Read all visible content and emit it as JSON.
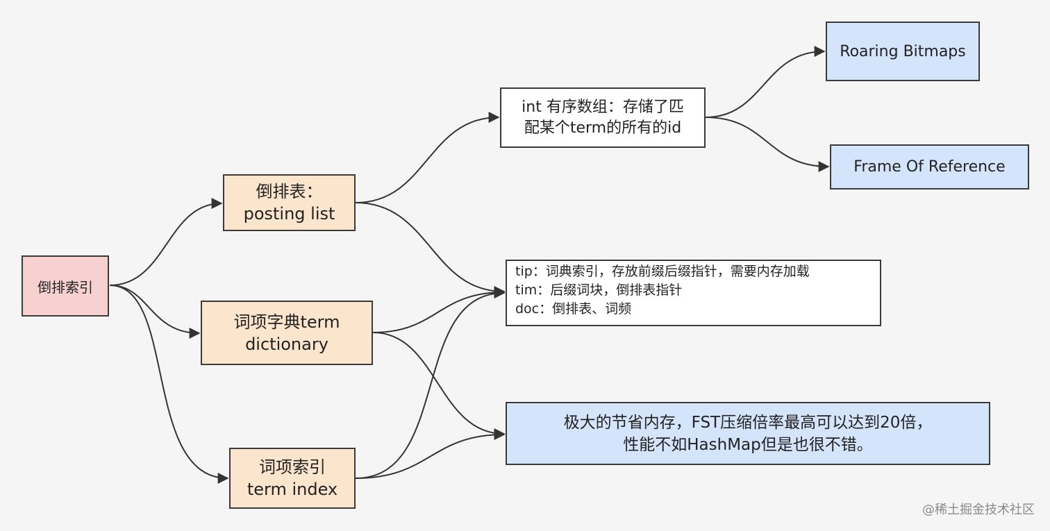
{
  "diagram": {
    "nodes": {
      "root": "倒排索引",
      "posting_list": "倒排表：\nposting list",
      "term_dictionary": "词项字典term\ndictionary",
      "term_index": "词项索引\nterm index",
      "int_array": "int 有序数组：存储了匹\n配某个term的所有的id",
      "tip_tim_doc": "tip：词典索引，存放前缀后缀指针，需要内存加载\ntim：后缀词块，倒排表指针\ndoc：倒排表、词频",
      "fst_note": "极大的节省内存，FST压缩倍率最高可以达到20倍，\n性能不如HashMap但是也很不错。",
      "roaring_bitmaps": "Roaring Bitmaps",
      "frame_of_reference": "Frame Of Reference"
    },
    "edges": [
      {
        "from": "root",
        "to": "posting_list"
      },
      {
        "from": "root",
        "to": "term_dictionary"
      },
      {
        "from": "root",
        "to": "term_index"
      },
      {
        "from": "posting_list",
        "to": "int_array"
      },
      {
        "from": "posting_list",
        "to": "tip_tim_doc"
      },
      {
        "from": "term_dictionary",
        "to": "tip_tim_doc"
      },
      {
        "from": "term_dictionary",
        "to": "fst_note"
      },
      {
        "from": "term_index",
        "to": "tip_tim_doc"
      },
      {
        "from": "term_index",
        "to": "fst_note"
      },
      {
        "from": "int_array",
        "to": "roaring_bitmaps"
      },
      {
        "from": "int_array",
        "to": "frame_of_reference"
      }
    ],
    "colors": {
      "background": "#f5f5f5",
      "root_fill": "#f7d0d0",
      "category_fill": "#fce5cd",
      "note_fill": "#ffffff",
      "highlight_fill": "#d4e5fb",
      "stroke": "#3a3a3a"
    }
  },
  "watermark": "@稀土掘金技术社区"
}
